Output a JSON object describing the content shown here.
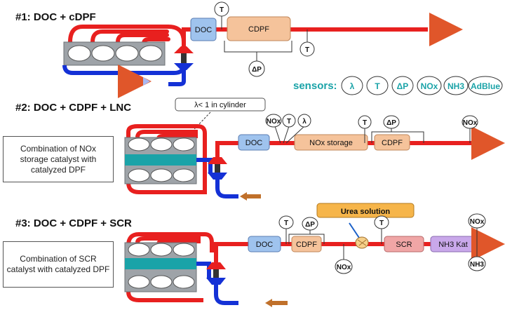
{
  "colors": {
    "exhaust": "#e8201f",
    "intake": "#1431d6",
    "doc": "#9fc3ee",
    "dpf": "#f5c39b",
    "scr": "#f0a6a6",
    "nh3kat": "#c9a8ea",
    "urea": "#f6b54a",
    "teal": "#1aa3a8",
    "arrow_out": "#e0562a",
    "arrow_in_light": "#a9b9f2",
    "arrow_in_brown": "#c0702a"
  },
  "section1": {
    "title": "#1: DOC + cDPF",
    "doc": "DOC",
    "dpf": "CDPF",
    "sensor_t1": "T",
    "sensor_t2": "T",
    "sensor_dp": "ΔP"
  },
  "sensors_legend": {
    "label": "sensors:",
    "items": [
      "λ",
      "T",
      "ΔP",
      "NOx",
      "NH3",
      "AdBlue"
    ]
  },
  "section2": {
    "title": "#2: DOC + CDPF + LNC",
    "callout": "λ< 1 in cylinder",
    "description": "Combination of NOx storage catalyst with catalyzed DPF",
    "doc": "DOC",
    "nox_storage": "NOx storage",
    "dpf": "CDPF",
    "sensor_nox1": "NOx",
    "sensor_t1": "T",
    "sensor_lambda": "λ",
    "sensor_t2": "T",
    "sensor_dp": "ΔP",
    "sensor_nox2": "NOx"
  },
  "section3": {
    "title": "#3: DOC + CDPF + SCR",
    "description": "Combination of SCR catalyst with catalyzed DPF",
    "doc": "DOC",
    "dpf": "CDPF",
    "urea": "Urea solution",
    "scr": "SCR",
    "nh3kat": "NH3 Kat",
    "sensor_t1": "T",
    "sensor_dp": "ΔP",
    "sensor_nox1": "NOx",
    "sensor_t2": "T",
    "sensor_nox2": "NOx",
    "sensor_nh3": "NH3"
  }
}
